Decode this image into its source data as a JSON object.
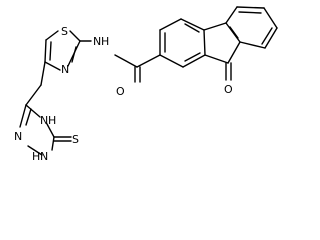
{
  "molecule": {
    "atom_labels": {
      "thiazole_s": "S",
      "amide_nh": "N",
      "amide_nh_h": "H",
      "thiazole_n": "N",
      "amide_o": "O",
      "ketone_o": "O",
      "triazole_n4": "N",
      "triazole_n4_h": "H",
      "triazole_n2": "N",
      "triazole_n1": "N",
      "triazole_n1_h": "H",
      "thione_s": "S"
    }
  }
}
